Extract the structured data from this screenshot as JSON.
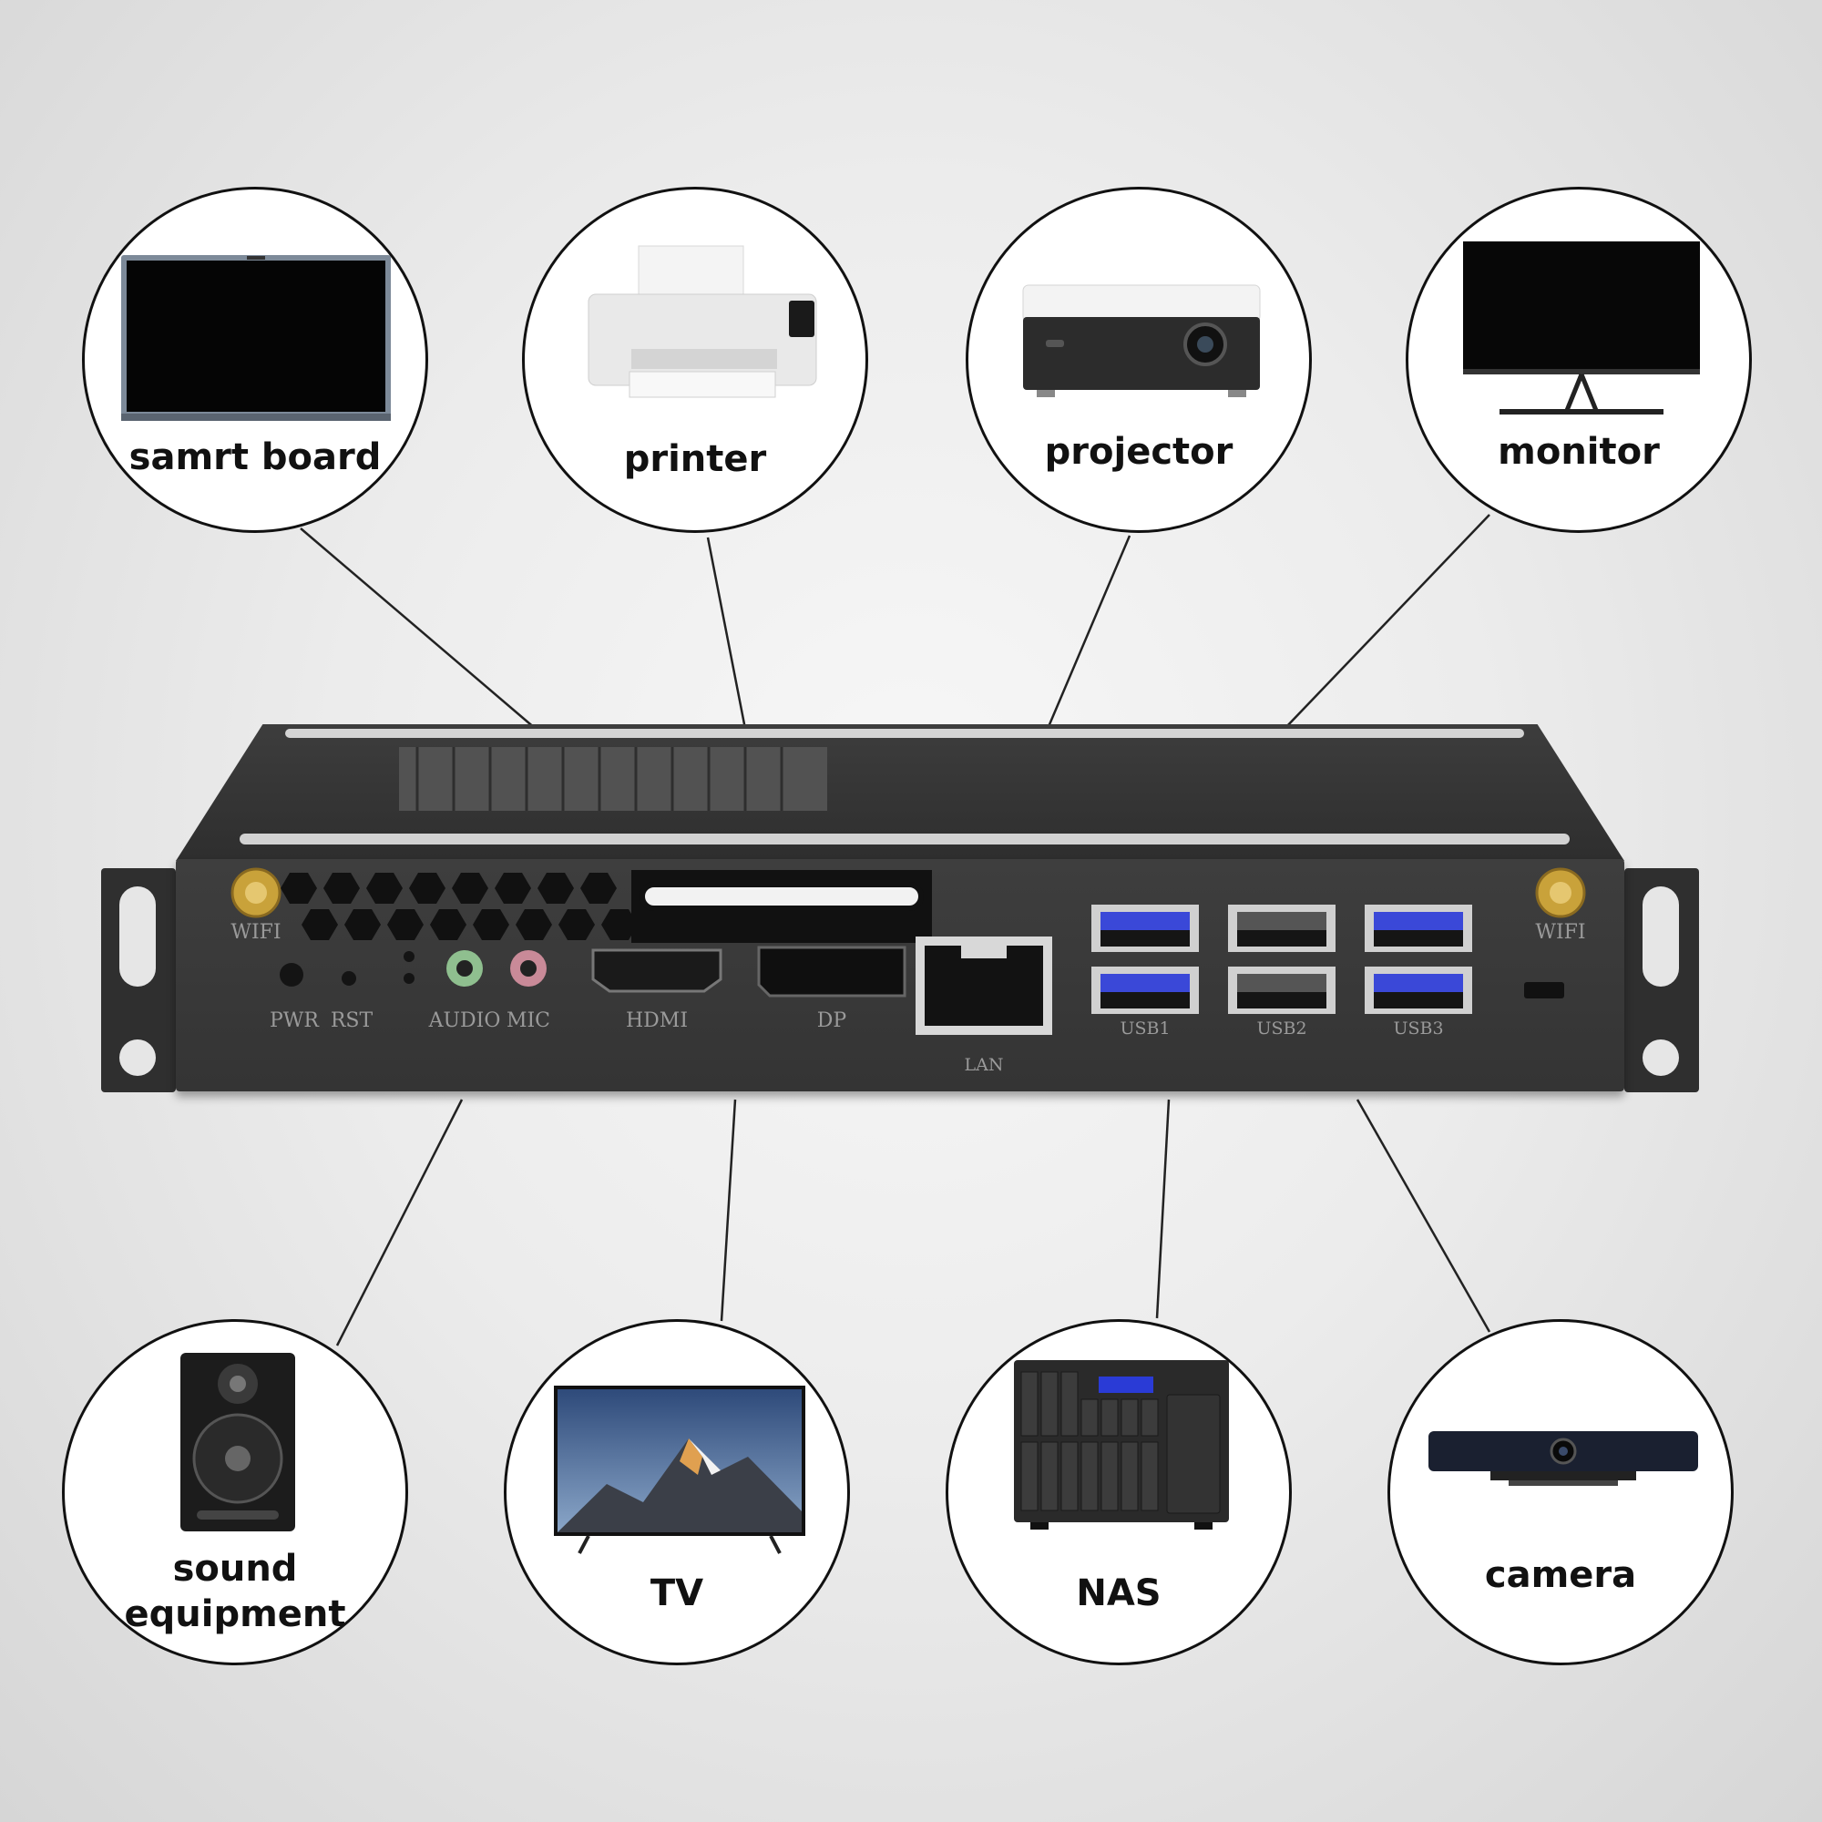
{
  "devices": [
    {
      "id": "smart-board",
      "label": "samrt board"
    },
    {
      "id": "printer",
      "label": "printer"
    },
    {
      "id": "projector",
      "label": "projector"
    },
    {
      "id": "monitor",
      "label": "monitor"
    },
    {
      "id": "sound-equipment",
      "label_lines": [
        "sound",
        "equipment"
      ]
    },
    {
      "id": "tv",
      "label": "TV"
    },
    {
      "id": "nas",
      "label": "NAS"
    },
    {
      "id": "camera",
      "label": "camera"
    }
  ],
  "ports": {
    "wifi_left": "WIFI",
    "wifi_right": "WIFI",
    "pwr": "PWR",
    "rst": "RST",
    "audio": "AUDIO",
    "mic": "MIC",
    "hdmi": "HDMI",
    "dp": "DP",
    "lan": "LAN",
    "usb1": "USB1",
    "usb2": "USB2",
    "usb3": "USB3"
  },
  "colors": {
    "chassis": "#343434",
    "usb_blue": "#3a48d8",
    "antenna_gold": "#c9a23a",
    "audio_green": "#8fbf8f",
    "mic_pink": "#c98a98"
  }
}
